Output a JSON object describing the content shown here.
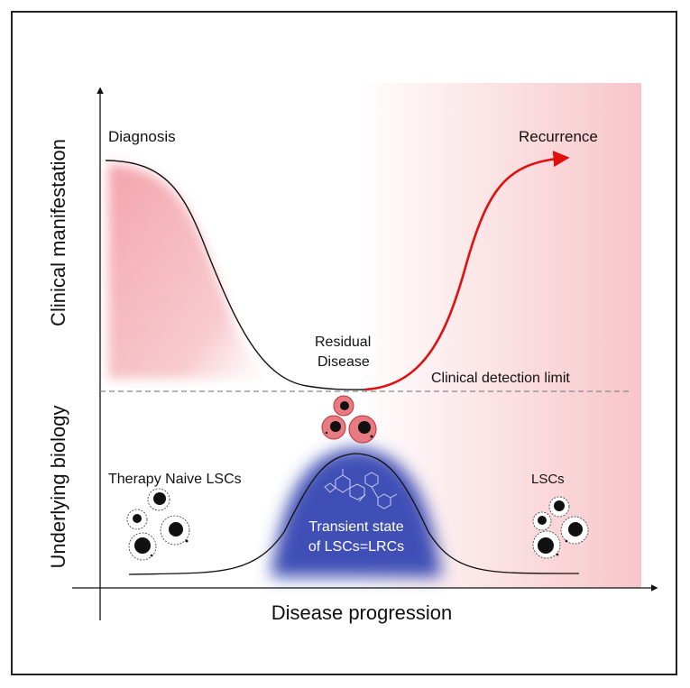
{
  "labels": {
    "diagnosis": "Diagnosis",
    "recurrence": "Recurrence",
    "residual_line1": "Residual",
    "residual_line2": "Disease",
    "detection_limit": "Clinical detection limit",
    "therapy_naive": "Therapy Naive LSCs",
    "lscs": "LSCs",
    "transient_line1": "Transient state",
    "transient_line2": "of LSCs=LRCs",
    "y_axis_top": "Clinical manifestation",
    "y_axis_bottom": "Underlying biology",
    "x_axis": "Disease progression"
  },
  "colors": {
    "pink": "#f4a3aa",
    "red_arrow": "#e01010",
    "blue_cloud": "#3f4fb5",
    "axis": "#111111",
    "dashed_line": "#888888"
  }
}
